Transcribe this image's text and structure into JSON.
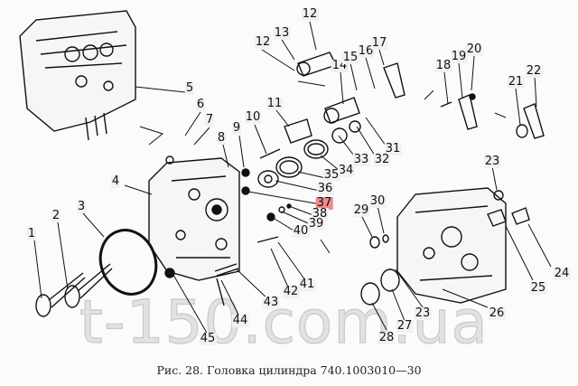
{
  "figure": {
    "caption": "Рис. 28. Головка цилиндра 740.1003010—30",
    "watermark": "t-150.com.ua",
    "highlight_color": "#f08a8a",
    "highlighted_callout": "37",
    "callouts": [
      "1",
      "2",
      "3",
      "4",
      "5",
      "6",
      "7",
      "8",
      "9",
      "10",
      "11",
      "12",
      "12",
      "13",
      "14",
      "15",
      "16",
      "17",
      "18",
      "19",
      "20",
      "21",
      "22",
      "23",
      "23",
      "24",
      "25",
      "26",
      "27",
      "28",
      "29",
      "30",
      "31",
      "32",
      "33",
      "34",
      "35",
      "36",
      "37",
      "38",
      "39",
      "40",
      "41",
      "42",
      "43",
      "44",
      "45"
    ]
  }
}
